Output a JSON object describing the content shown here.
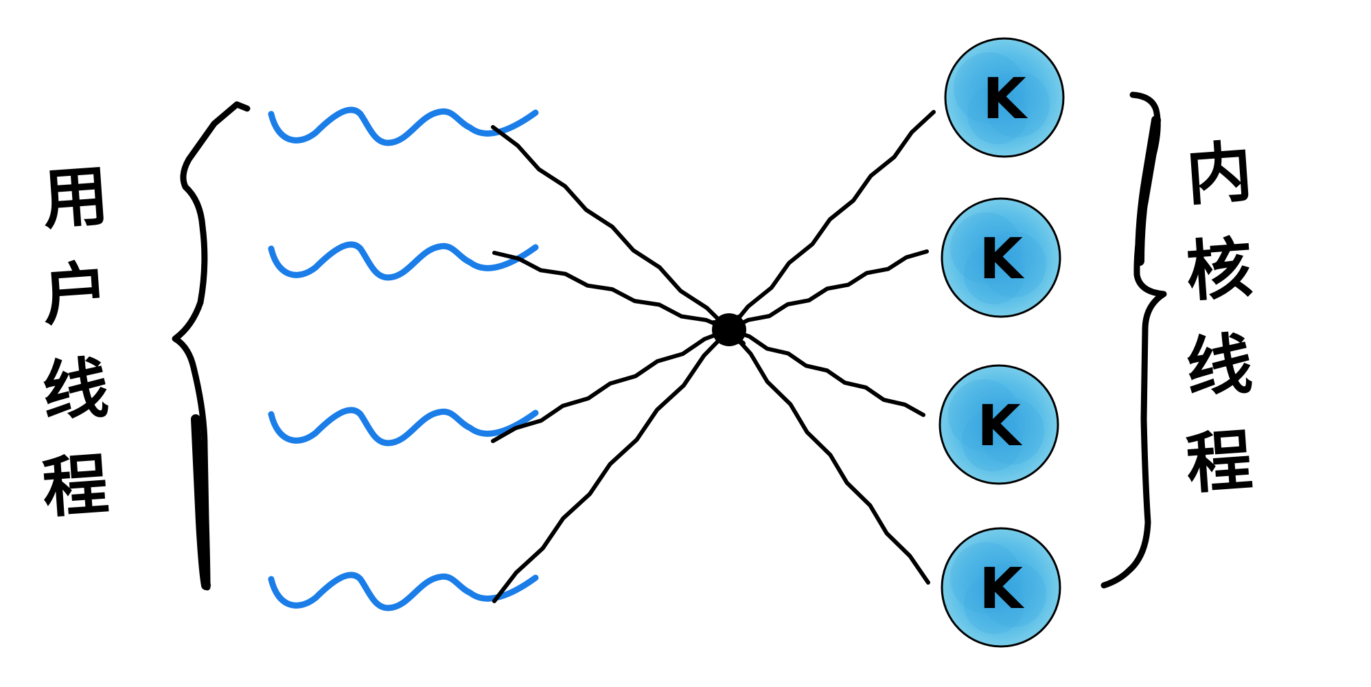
{
  "user_threads": {
    "label_chars": [
      "用",
      "户",
      "线",
      "程"
    ],
    "count": 4
  },
  "kernel_threads": {
    "label_chars": [
      "内",
      "核",
      "线",
      "程"
    ],
    "count": 4,
    "node_label": "K"
  },
  "colors": {
    "ink": "#000000",
    "user_thread_wave": "#1a7de8",
    "kernel_node_fill": "#5dbfe6",
    "kernel_node_inner": "#3aa6e0",
    "background": "#ffffff"
  }
}
